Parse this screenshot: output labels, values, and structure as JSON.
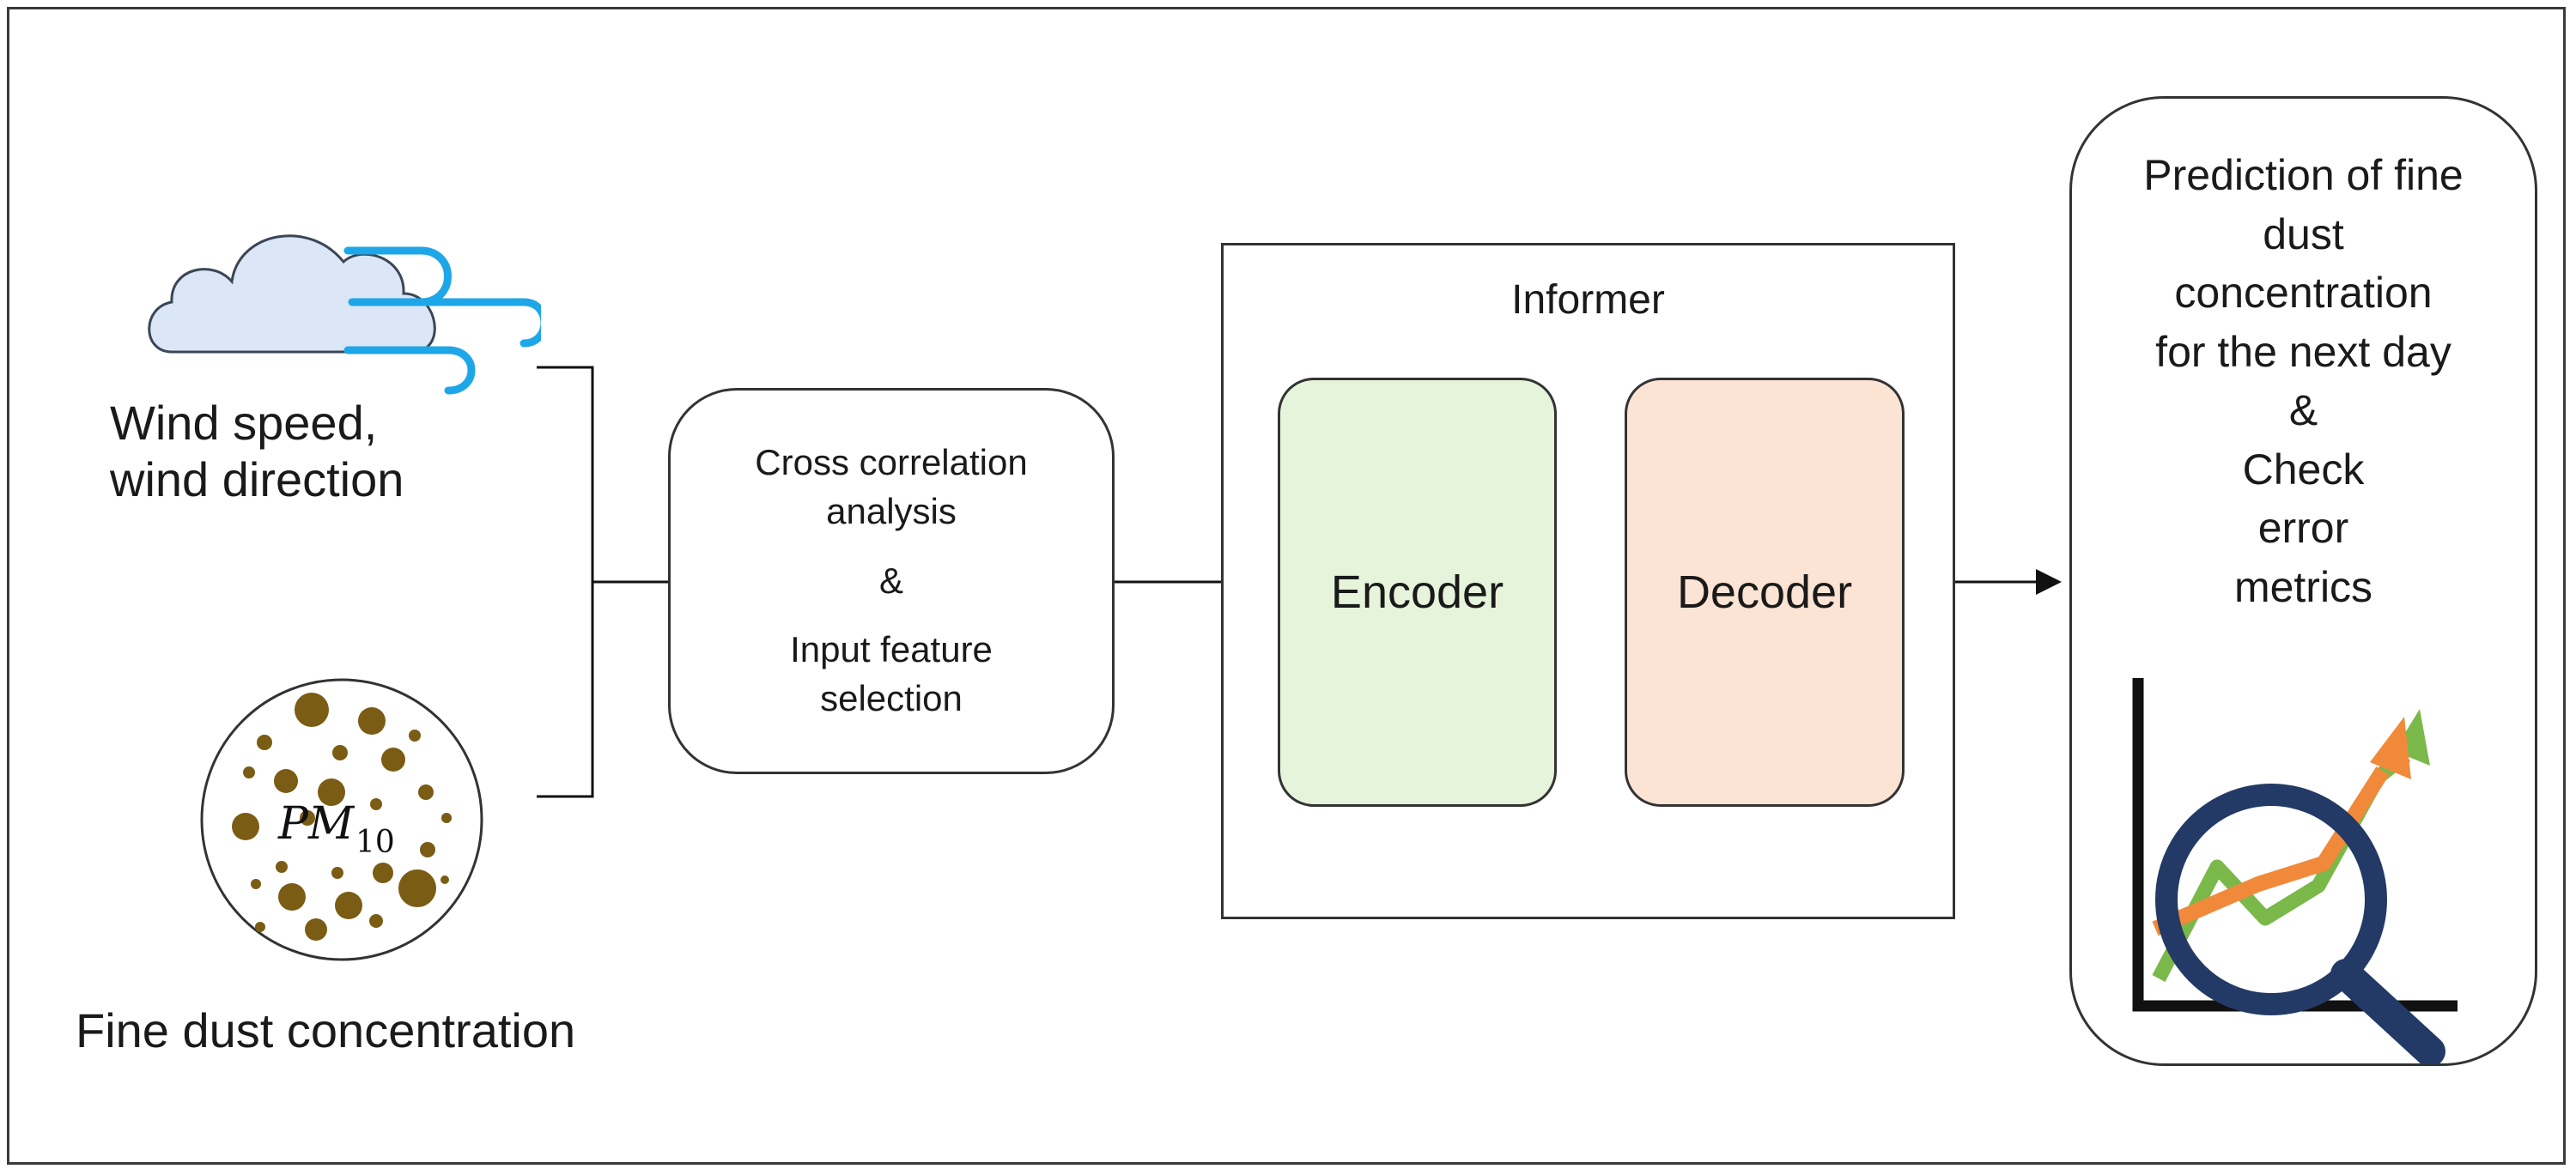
{
  "inputs": {
    "wind_label": [
      "Wind speed,",
      "wind direction"
    ],
    "dust_label": "Fine dust concentration",
    "pm_symbol": "PM",
    "pm_subscript": "10"
  },
  "cross_box": {
    "line1": "Cross correlation",
    "line2": "analysis",
    "amp": "&",
    "line3": "Input feature",
    "line4": "selection"
  },
  "informer": {
    "title": "Informer",
    "encoder": "Encoder",
    "decoder": "Decoder"
  },
  "output": {
    "lines": [
      "Prediction of fine",
      "dust",
      "concentration",
      "for the next day",
      "&",
      "Check",
      "error",
      "metrics"
    ]
  },
  "colors": {
    "encoder_fill": "#e6f4dc",
    "decoder_fill": "#fce4d4",
    "cloud_fill": "#dbe6f6",
    "wind_blue": "#1ea7e8",
    "dust_brown": "#7a5c14",
    "orange_line": "#f08a3a",
    "green_line": "#7bb84a",
    "magnifier_navy": "#233a66"
  },
  "icons": [
    "cloud-icon",
    "wind-icon",
    "dust-particles-icon",
    "chart-magnifier-icon"
  ]
}
